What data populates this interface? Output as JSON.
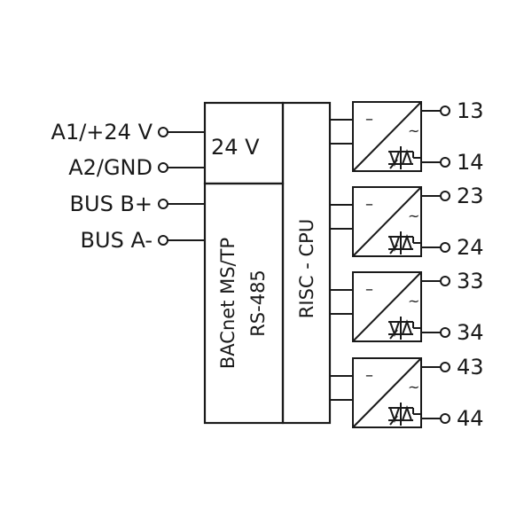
{
  "inputs": [
    {
      "label": "A1/+24 V"
    },
    {
      "label": "A2/GND"
    },
    {
      "label": "BUS B+"
    },
    {
      "label": "BUS A-"
    }
  ],
  "blocks": {
    "power_label": "24 V",
    "comm_line1": "BACnet MS/TP",
    "comm_line2": "RS-485",
    "cpu_label": "RISC - CPU"
  },
  "relays": [
    {
      "dc_symbol": "–",
      "ac_symbol": "~",
      "top_terminal": "13",
      "bottom_terminal": "14"
    },
    {
      "dc_symbol": "–",
      "ac_symbol": "~",
      "top_terminal": "23",
      "bottom_terminal": "24"
    },
    {
      "dc_symbol": "–",
      "ac_symbol": "~",
      "top_terminal": "33",
      "bottom_terminal": "34"
    },
    {
      "dc_symbol": "–",
      "ac_symbol": "~",
      "top_terminal": "43",
      "bottom_terminal": "44"
    }
  ],
  "colors": {
    "line": "#1a1a1a",
    "background": "#ffffff"
  }
}
